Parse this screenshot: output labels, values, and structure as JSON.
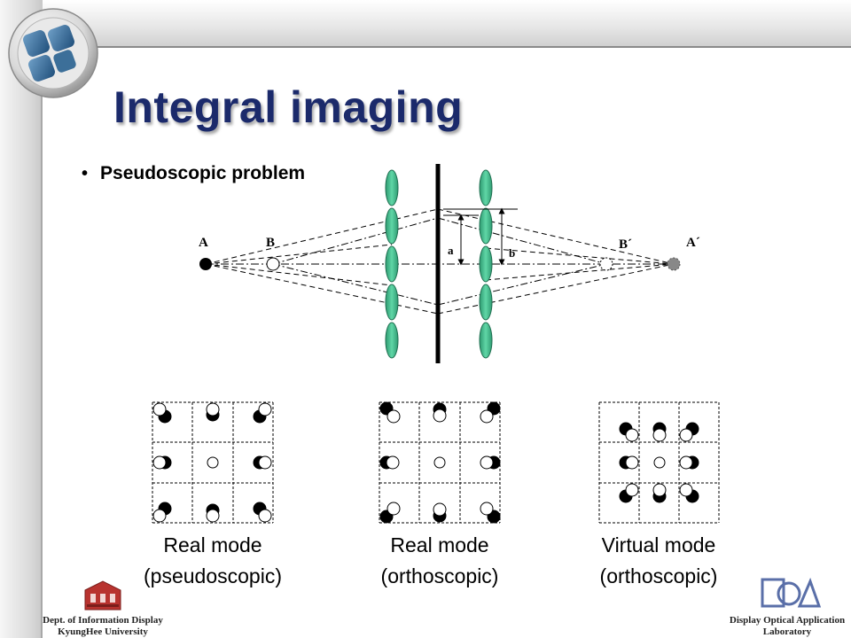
{
  "slide": {
    "title": "Integral imaging",
    "bullet": "Pseudoscopic problem"
  },
  "diagram": {
    "labels": {
      "A": "A",
      "B": "B",
      "A_prime": "A´",
      "B_prime": "B´",
      "a": "a",
      "b": "b"
    }
  },
  "panels": [
    {
      "line1": "Real mode",
      "line2": "(pseudoscopic)"
    },
    {
      "line1": "Real mode",
      "line2": "(orthoscopic)"
    },
    {
      "line1": "Virtual mode",
      "line2": "(orthoscopic)"
    }
  ],
  "footer": {
    "left_line1": "Dept. of Information Display",
    "left_line2": "KyungHee University",
    "right_line1": "Display Optical Application",
    "right_line2": "Laboratory"
  },
  "colors": {
    "title": "#1b2a6b",
    "lens": "#3cb98a",
    "point_gray": "#888888"
  }
}
